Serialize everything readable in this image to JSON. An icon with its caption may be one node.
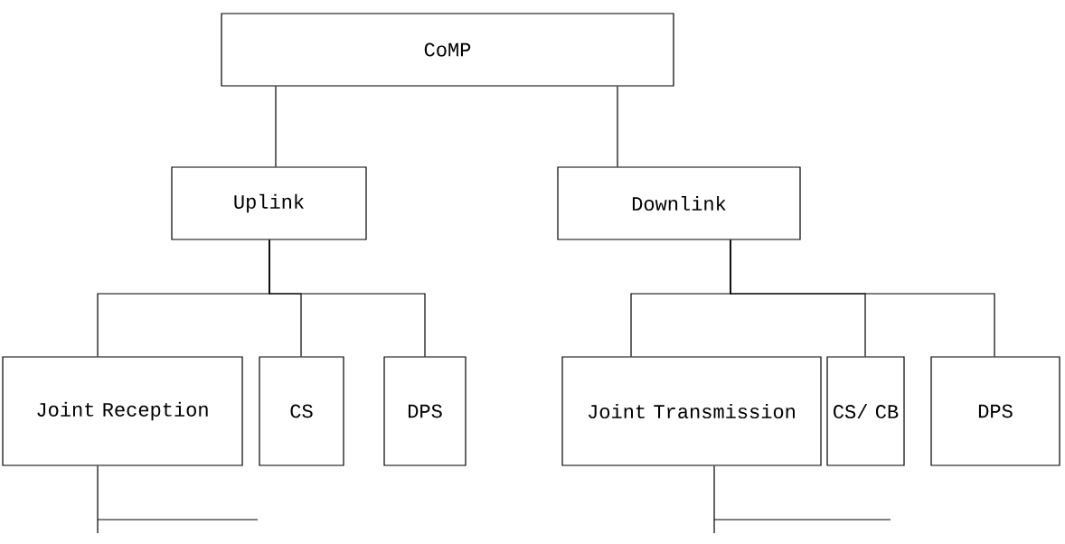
{
  "diagram": {
    "nodes": [
      {
        "text": [
          "CoMP"
        ]
      },
      {
        "text": [
          "Uplink"
        ]
      },
      {
        "text": [
          "Downlink"
        ]
      },
      {
        "text": [
          "Joint Reception"
        ]
      },
      {
        "text": [
          "CS"
        ]
      },
      {
        "text": [
          "DPS"
        ]
      },
      {
        "text": [
          "Joint Transmission"
        ]
      },
      {
        "text": [
          "CS/ CB"
        ]
      },
      {
        "text": [
          "DPS"
        ]
      }
    ],
    "edges": [
      {
        "from": 0,
        "to": 1,
        "arrow": "none"
      },
      {
        "from": 0,
        "to": 2,
        "arrow": "none"
      },
      {
        "from": 1,
        "to": 3,
        "arrow": "none"
      },
      {
        "from": 1,
        "to": 4,
        "arrow": "none"
      },
      {
        "from": 1,
        "to": 5,
        "arrow": "none"
      },
      {
        "from": 2,
        "to": 6,
        "arrow": "none"
      },
      {
        "from": 2,
        "to": 7,
        "arrow": "none"
      },
      {
        "from": 2,
        "to": 8,
        "arrow": "none"
      },
      {
        "from": 3,
        "to": null,
        "arrow": "none"
      },
      {
        "from": 6,
        "to": null,
        "arrow": "none"
      }
    ]
  }
}
